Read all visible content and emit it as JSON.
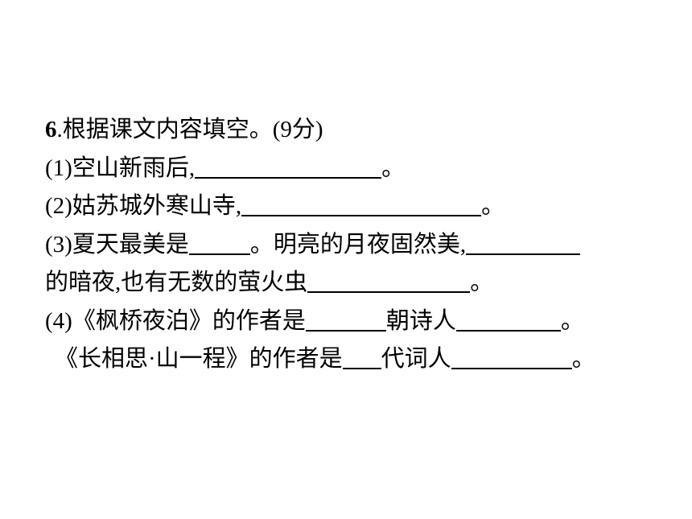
{
  "question": {
    "number": "6",
    "title": ".根据课文内容填空。(9分)",
    "items": {
      "i1": {
        "prefix": "(1)空山新雨后,",
        "end": "。"
      },
      "i2": {
        "prefix": "(2)姑苏城外寒山寺,",
        "end": "。"
      },
      "i3": {
        "prefix": "(3)夏天最美是",
        "mid": "。明亮的月夜固然美,",
        "line2_start": "的暗夜,也有无数的萤火虫",
        "end": "。"
      },
      "i4": {
        "prefix": "(4)《枫桥夜泊》的作者是",
        "mid": "朝诗人",
        "end": "。",
        "line2_start": "《长相思·山一程》的作者是",
        "line2_mid": "代词人",
        "line2_end": "。"
      }
    }
  }
}
